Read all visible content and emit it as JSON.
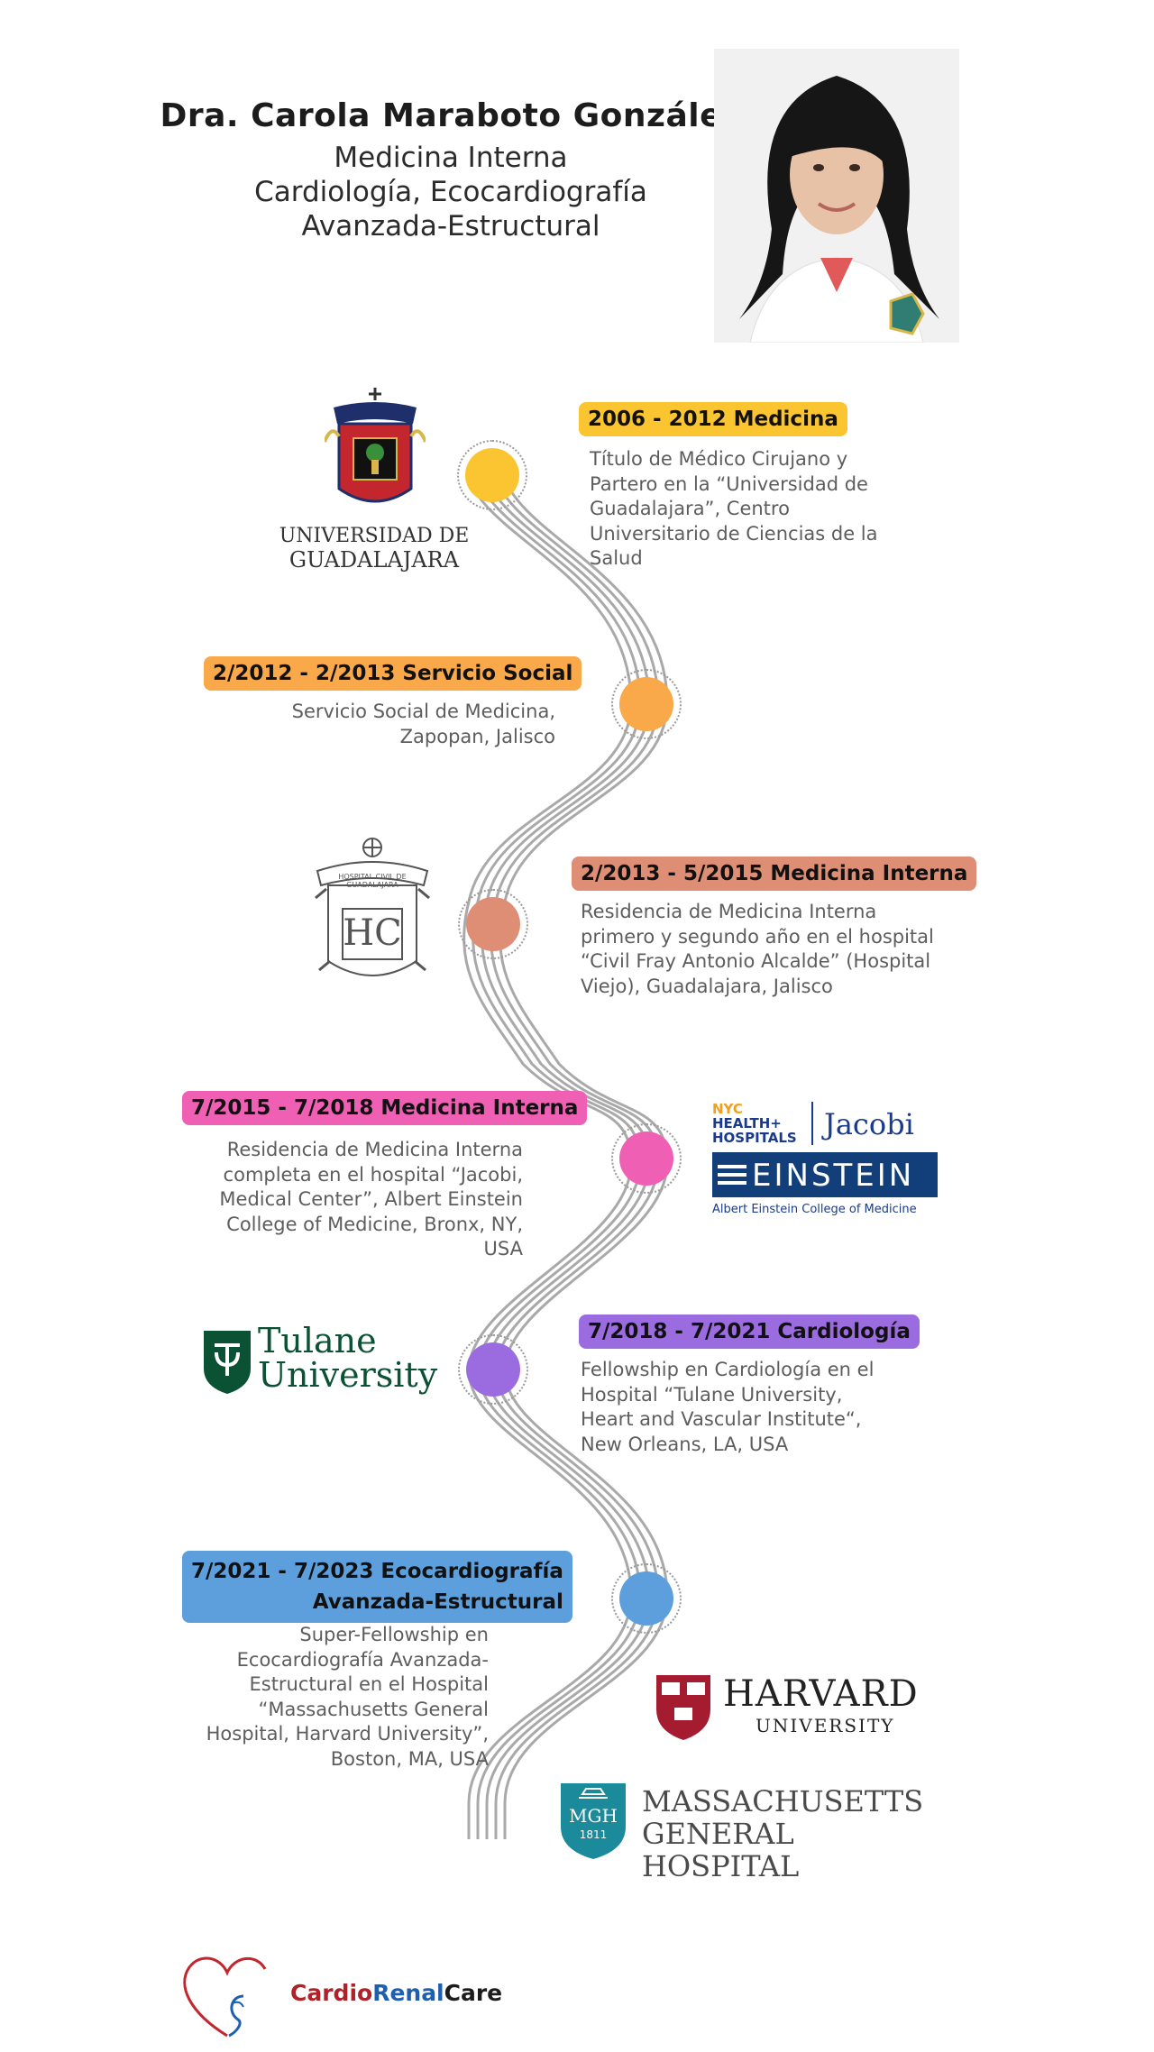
{
  "header": {
    "name": "Dra. Carola Maraboto González",
    "lines": [
      "Medicina Interna",
      "Cardiología, Ecocardiografía",
      "Avanzada-Estructural"
    ]
  },
  "colors": {
    "path": "#a9a9a9",
    "m1": "#fbc531",
    "m2": "#f9a84a",
    "m3": "#df8e76",
    "m4": "#ef5fb3",
    "m5": "#9b6ce0",
    "m6": "#5c9fdc"
  },
  "timeline": [
    {
      "tag": "2006 - 2012  Medicina",
      "desc": [
        "Título de Médico Cirujano y",
        "Partero en la “Universidad de",
        "Guadalajara”, Centro",
        "Universitario de Ciencias de la",
        "Salud"
      ]
    },
    {
      "tag": "2/2012 - 2/2013  Servicio Social",
      "desc": [
        "Servicio Social de Medicina,",
        "Zapopan, Jalisco"
      ]
    },
    {
      "tag": "2/2013 - 5/2015 Medicina Interna",
      "desc": [
        "Residencia de Medicina Interna",
        "primero y segundo año en el hospital",
        "“Civil Fray Antonio Alcalde” (Hospital",
        "Viejo), Guadalajara, Jalisco"
      ]
    },
    {
      "tag": "7/2015 - 7/2018 Medicina Interna",
      "desc": [
        "Residencia de Medicina Interna",
        "completa en el hospital “Jacobi,",
        "Medical Center”, Albert Einstein",
        "College of Medicine, Bronx, NY,",
        "USA"
      ]
    },
    {
      "tag": "7/2018 - 7/2021 Cardiología",
      "desc": [
        "Fellowship en Cardiología en el",
        "Hospital “Tulane University,",
        "Heart and Vascular Institute“,",
        "New Orleans, LA, USA"
      ]
    },
    {
      "tag_lines": [
        "7/2021 - 7/2023 Ecocardiografía",
        "Avanzada-Estructural"
      ],
      "desc": [
        "Super-Fellowship en",
        "Ecocardiografía Avanzada-",
        "Estructural en el Hospital",
        "“Massachusetts General",
        "Hospital, Harvard University”,",
        "Boston, MA, USA"
      ]
    }
  ],
  "logos": {
    "udg": [
      "UNIVERSIDAD DE",
      "GUADALAJARA"
    ],
    "hcg_seal": "HOSPITAL CIVIL DE GUADALAJARA",
    "hcg_letters": "HC",
    "nyc": [
      "NYC",
      "HEALTH+",
      "HOSPITALS"
    ],
    "jacobi": "Jacobi",
    "einstein": "EINSTEIN",
    "einstein_sub": "Albert Einstein College of Medicine",
    "tulane": [
      "Tulane",
      "University"
    ],
    "harvard": [
      "HARVARD",
      "UNIVERSITY"
    ],
    "mgh_badge": [
      "MGH",
      "1811"
    ],
    "mgh": [
      "MASSACHUSETTS",
      "GENERAL HOSPITAL"
    ]
  },
  "footer": {
    "brand_parts": [
      "Cardio",
      "Renal",
      "Care"
    ]
  }
}
